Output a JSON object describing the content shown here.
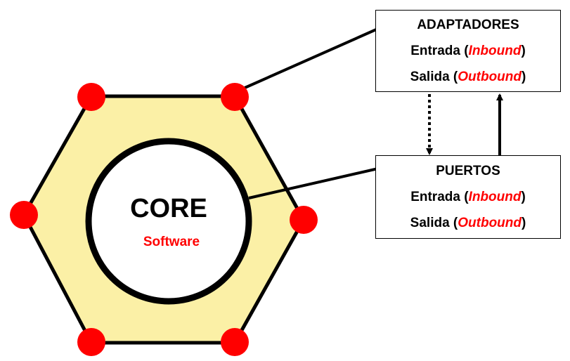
{
  "core": {
    "title": "CORE",
    "subtitle": "Software"
  },
  "adaptadores": {
    "title": "ADAPTADORES",
    "entrada_prefix": "Entrada (",
    "entrada_term": "Inbound",
    "entrada_suffix": ")",
    "salida_prefix": "Salida (",
    "salida_term": "Outbound",
    "salida_suffix": ")"
  },
  "puertos": {
    "title": "PUERTOS",
    "entrada_prefix": "Entrada (",
    "entrada_term": "Inbound",
    "entrada_suffix": ")",
    "salida_prefix": "Salida (",
    "salida_term": "Outbound",
    "salida_suffix": ")"
  },
  "colors": {
    "hexagon_fill": "#fbf0a6",
    "port_dot": "#ff0000",
    "accent_text": "#ff0000",
    "stroke": "#000000"
  }
}
